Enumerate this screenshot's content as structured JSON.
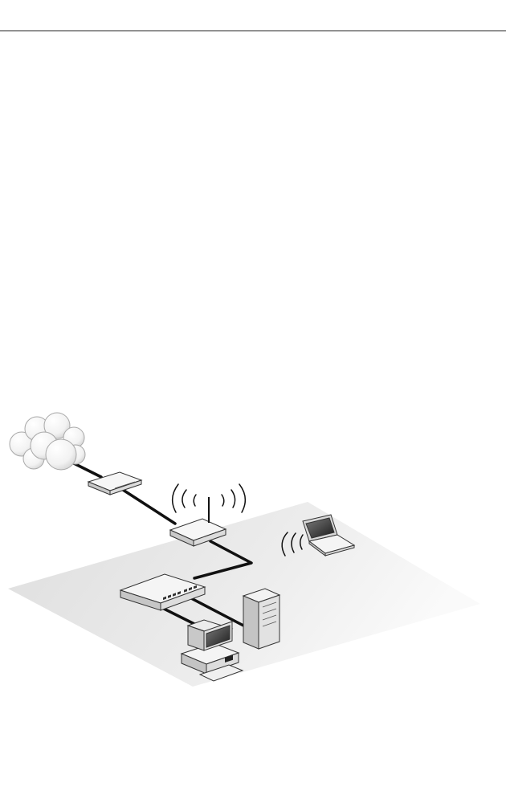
{
  "header": {
    "rule_color": "#222222"
  },
  "diagram": {
    "floor_color": "#e6e6e6",
    "cable_color": "#111111",
    "screen_color": "#3a3a3a",
    "nodes": [
      {
        "id": "internet",
        "icon": "cloud-icon"
      },
      {
        "id": "modem",
        "icon": "modem-icon"
      },
      {
        "id": "router",
        "icon": "wireless-router-icon"
      },
      {
        "id": "switch",
        "icon": "network-switch-icon"
      },
      {
        "id": "server",
        "icon": "tower-server-icon"
      },
      {
        "id": "workstation",
        "icon": "desktop-computer-icon"
      },
      {
        "id": "laptop",
        "icon": "laptop-icon"
      }
    ],
    "links": [
      {
        "from": "internet",
        "to": "modem",
        "type": "wired"
      },
      {
        "from": "modem",
        "to": "router",
        "type": "wired"
      },
      {
        "from": "router",
        "to": "switch",
        "type": "wired"
      },
      {
        "from": "switch",
        "to": "server",
        "type": "wired"
      },
      {
        "from": "switch",
        "to": "workstation",
        "type": "wired"
      },
      {
        "from": "router",
        "to": "laptop",
        "type": "wireless"
      }
    ]
  }
}
